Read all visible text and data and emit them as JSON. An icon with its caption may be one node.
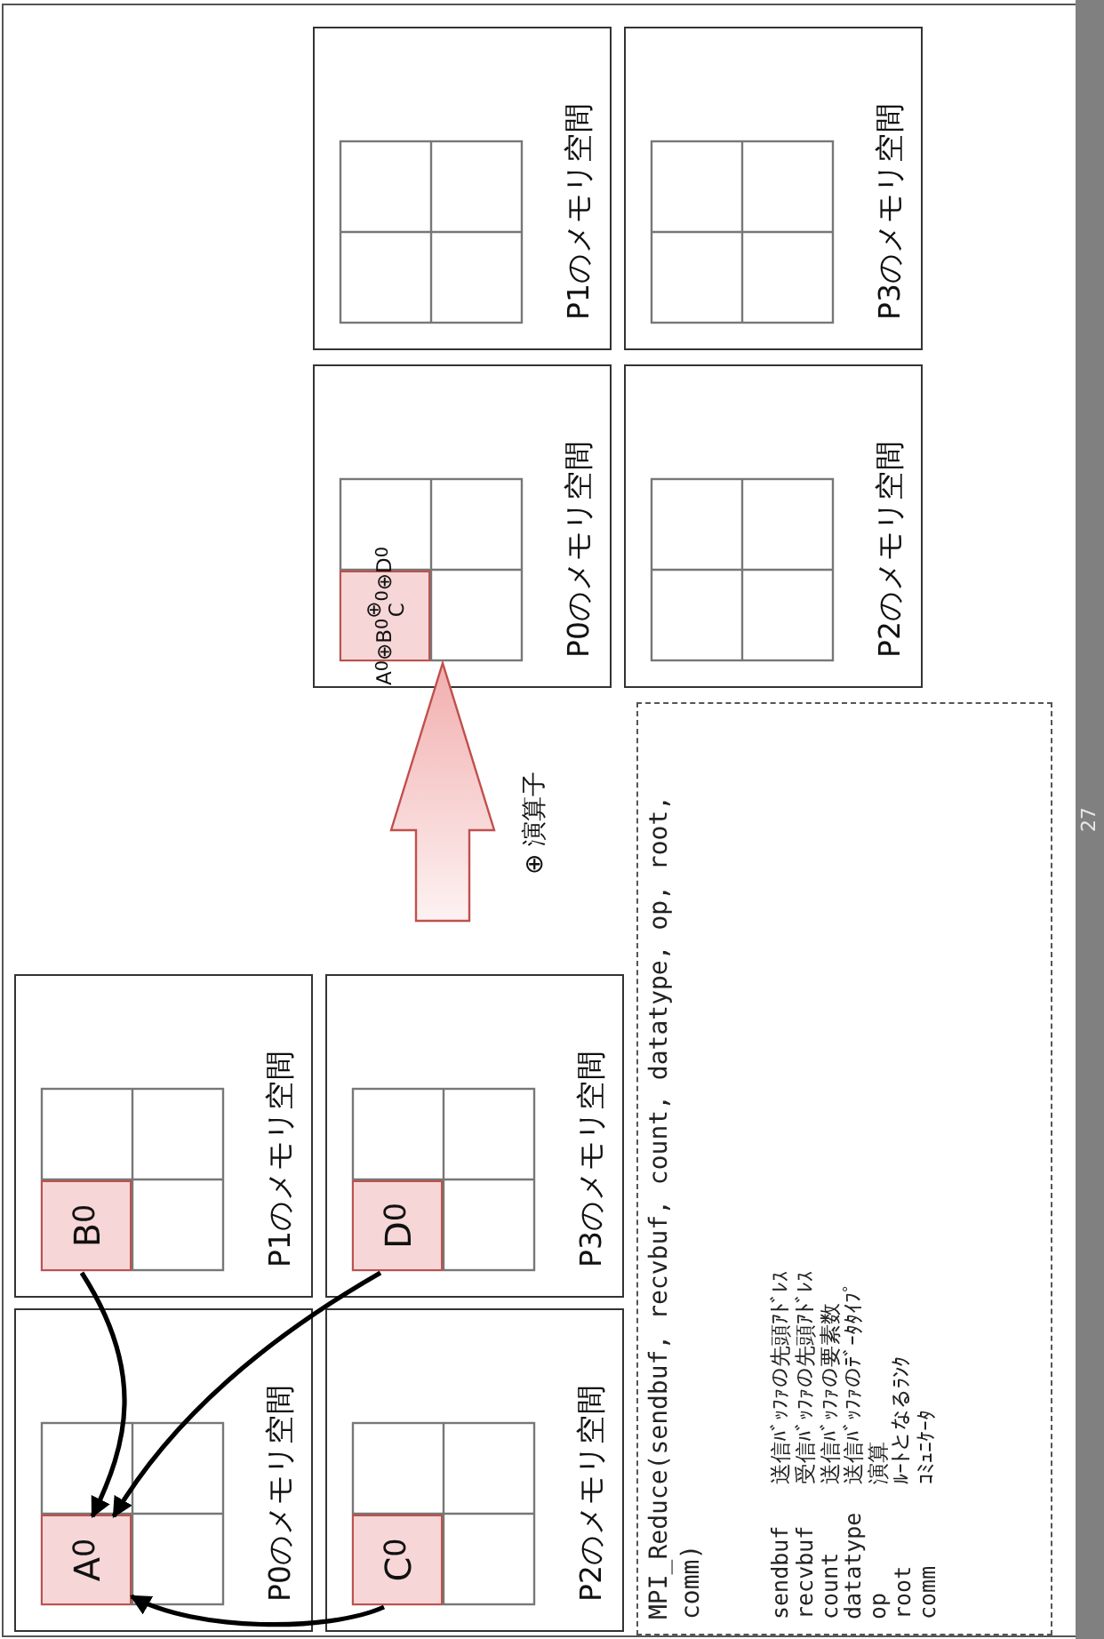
{
  "diagram": {
    "nodes": [
      {
        "text": [
          "P0のメモリ空間"
        ]
      },
      {
        "text": [
          "A$_{0}$"
        ],
        "in": 0
      },
      {
        "text": [
          "P1のメモリ空間"
        ]
      },
      {
        "text": [
          "B$_{0}$"
        ],
        "in": 2
      },
      {
        "text": [
          "P2のメモリ空間"
        ]
      },
      {
        "text": [
          "C$_{0}$"
        ],
        "in": 4
      },
      {
        "text": [
          "P3のメモリ空間"
        ]
      },
      {
        "text": [
          "D$_{0}$"
        ],
        "in": 6
      },
      {
        "text": [
          "P0のメモリ空間"
        ]
      },
      {
        "text": [
          "A$_{0}$⊕B$_{0}$⊕ C$_{0}$⊕D$_{0}$"
        ],
        "in": 8
      },
      {
        "text": [
          "P1のメモリ空間"
        ]
      },
      {
        "text": [
          "P2のメモリ空間"
        ]
      },
      {
        "text": [
          "P3のメモリ空間"
        ]
      },
      {
        "text": [
          "MPI_Reduce(sendbuf, recvbuf, count, datatype, op, root, comm)",
          "sendbuf",
          "送信ﾊﾞｯﾌｧの先頭ｱﾄﾞﾚｽ",
          "recvbuf",
          "受信ﾊﾞｯﾌｧの先頭ｱﾄﾞﾚｽ",
          "count",
          "送信ﾊﾞｯﾌｧの要素数",
          "datatype",
          "送信ﾊﾞｯﾌｧのﾃﾞｰﾀﾀｲﾌﾟ",
          "op",
          "演算",
          "root",
          "ﾙｰﾄとなるﾗﾝｸ",
          "comm",
          "ｺﾐｭﾆｹｰﾀ"
        ]
      }
    ],
    "edges": [
      {
        "from": 3,
        "to": 1,
        "arrow": "to"
      },
      {
        "from": 7,
        "to": 1,
        "arrow": "to"
      },
      {
        "from": 5,
        "to": 1,
        "arrow": "to"
      }
    ],
    "labels": [
      "⊕ 演算子",
      "27"
    ]
  }
}
